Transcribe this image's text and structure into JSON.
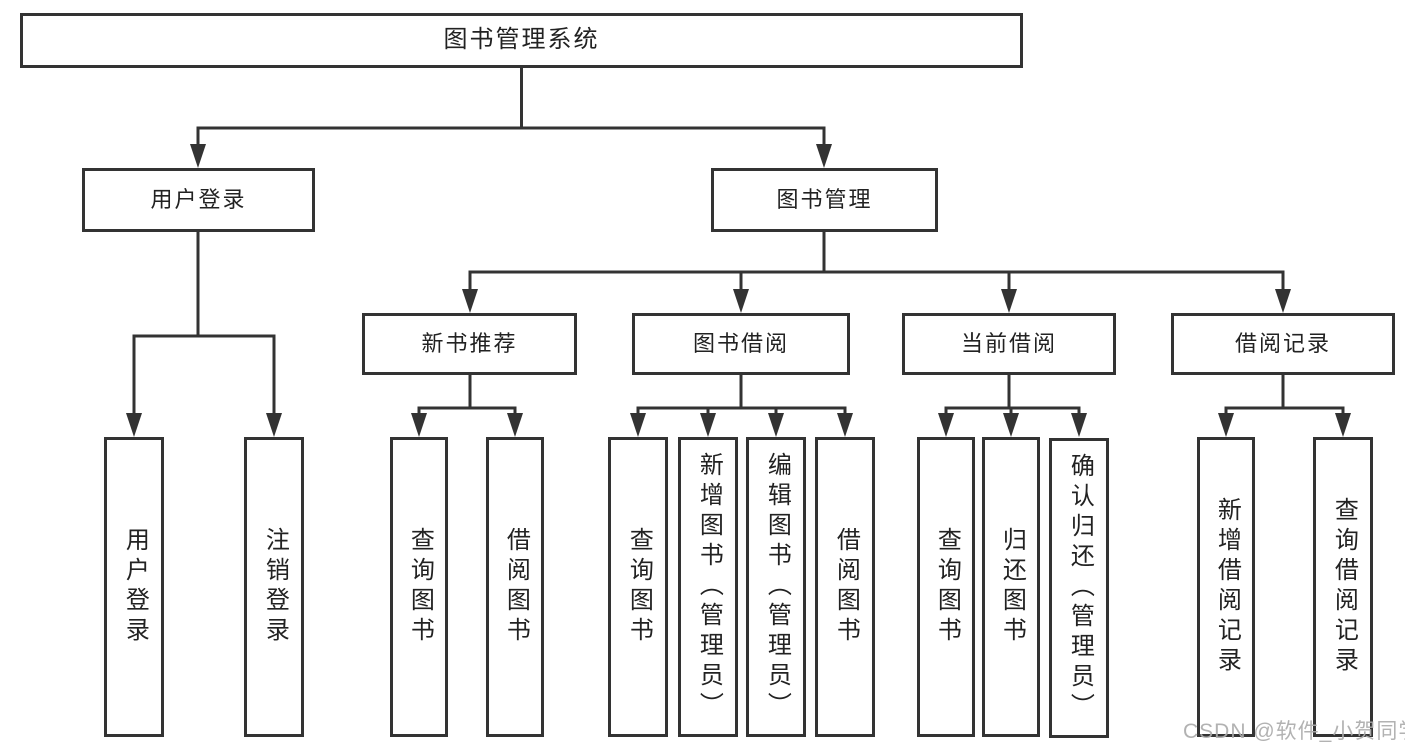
{
  "diagram_type": "hierarchy-tree",
  "colors": {
    "line": "#333333",
    "box_border": "#333333",
    "text": "#222222",
    "background": "#ffffff",
    "watermark": "#ababab"
  },
  "tree": {
    "label": "图书管理系统",
    "children": [
      {
        "label": "用户登录",
        "children": [
          {
            "label": "用户登录"
          },
          {
            "label": "注销登录"
          }
        ]
      },
      {
        "label": "图书管理",
        "children": [
          {
            "label": "新书推荐",
            "children": [
              {
                "label": "查询图书"
              },
              {
                "label": "借阅图书"
              }
            ]
          },
          {
            "label": "图书借阅",
            "children": [
              {
                "label": "查询图书"
              },
              {
                "label": "新增图书（管理员）"
              },
              {
                "label": "编辑图书（管理员）"
              },
              {
                "label": "借阅图书"
              }
            ]
          },
          {
            "label": "当前借阅",
            "children": [
              {
                "label": "查询图书"
              },
              {
                "label": "归还图书"
              },
              {
                "label": "确认归还（管理员）"
              }
            ]
          },
          {
            "label": "借阅记录",
            "children": [
              {
                "label": "新增借阅记录"
              },
              {
                "label": "查询借阅记录"
              }
            ]
          }
        ]
      }
    ]
  },
  "watermark": "CSDN @软件_小贺同学"
}
